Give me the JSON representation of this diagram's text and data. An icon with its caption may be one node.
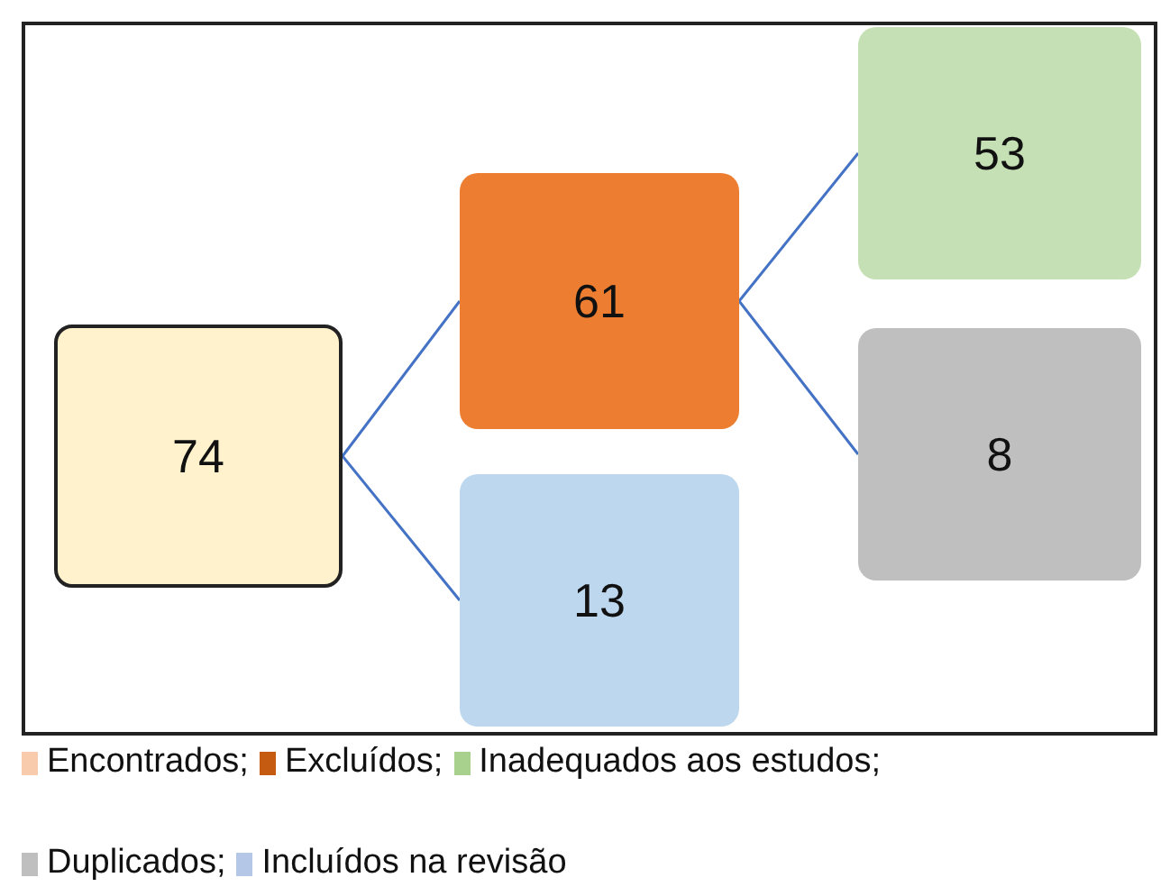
{
  "diagram": {
    "nodes": [
      {
        "text": [
          "74"
        ]
      },
      {
        "text": [
          "61"
        ]
      },
      {
        "text": [
          "13"
        ]
      },
      {
        "text": [
          "53"
        ]
      },
      {
        "text": [
          "8"
        ]
      }
    ],
    "edges": [
      {
        "from": 0,
        "to": 1,
        "arrow": "none"
      },
      {
        "from": 0,
        "to": 2,
        "arrow": "none"
      },
      {
        "from": 1,
        "to": 3,
        "arrow": "none"
      },
      {
        "from": 1,
        "to": 4,
        "arrow": "none"
      }
    ],
    "legend": [
      {
        "text": "Encontrados;",
        "color": "#f8cbad"
      },
      {
        "text": "Excluídos;",
        "color": "#c55a11"
      },
      {
        "text": "Inadequados aos estudos;",
        "color": "#a9d18e"
      },
      {
        "text": "Duplicados;",
        "color": "#bfbfbf"
      },
      {
        "text": "Incluídos na revisão",
        "color": "#b4c7e7"
      }
    ]
  }
}
